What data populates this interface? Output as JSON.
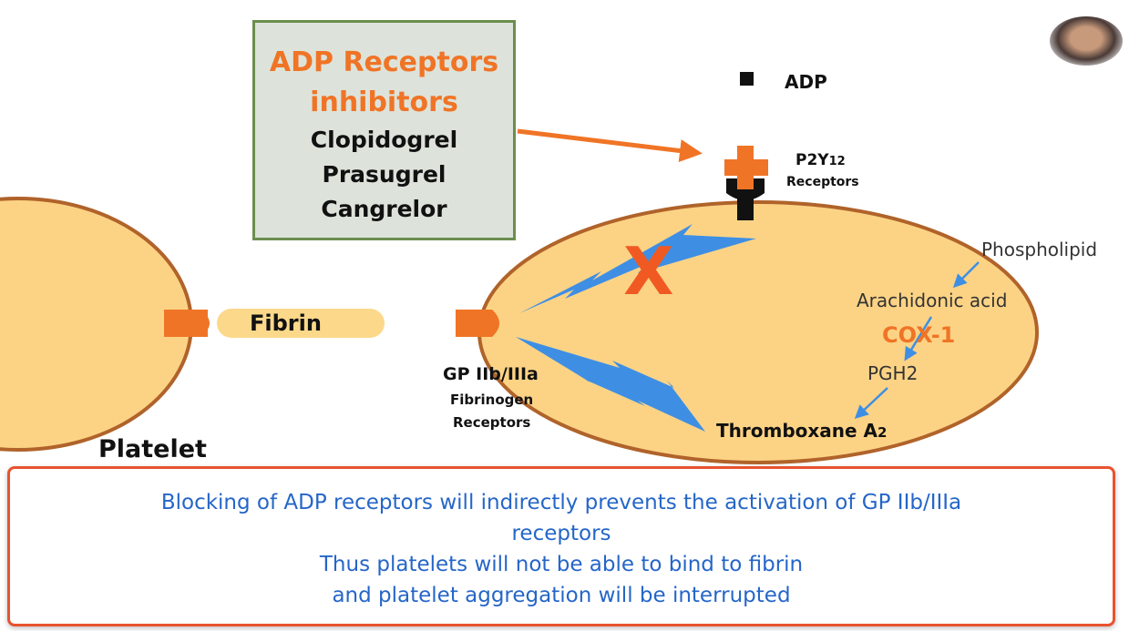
{
  "inhibitors_box": {
    "title_line1": "ADP Receptors",
    "title_line2": "inhibitors",
    "drugs": [
      "Clopidogrel",
      "Prasugrel",
      "Cangrelor"
    ]
  },
  "labels": {
    "adp": "ADP",
    "p2y12_main": "P2Y",
    "p2y12_sub": "12",
    "receptors": "Receptors",
    "fibrin": "Fibrin",
    "gp_line1": "GP IIb/IIIa",
    "gp_line2": "Fibrinogen",
    "gp_line3": "Receptors",
    "platelet": "Platelet",
    "phospholipid": "Phospholipid",
    "arachidonic": "Arachidonic acid",
    "cox1": "COX-1",
    "pgh2": "PGH2",
    "thromboxane_main": "Thromboxane A",
    "thromboxane_sub": "2",
    "x_mark": "X"
  },
  "message": {
    "line1": "Blocking of ADP receptors will indirectly prevents the activation of GP IIb/IIIa",
    "line2": "receptors",
    "line3": "Thus platelets will not be able to bind to fibrin",
    "line4": "and platelet aggregation will be interrupted"
  },
  "colors": {
    "platelet_fill": "#fcd385",
    "platelet_border": "#b0632a",
    "orange": "#f07426",
    "blue_arrow": "#3e8fe4",
    "box_border": "#6b8e4e",
    "box_fill": "#dde3da",
    "message_text": "#2566c8",
    "message_border": "#e8532f"
  }
}
